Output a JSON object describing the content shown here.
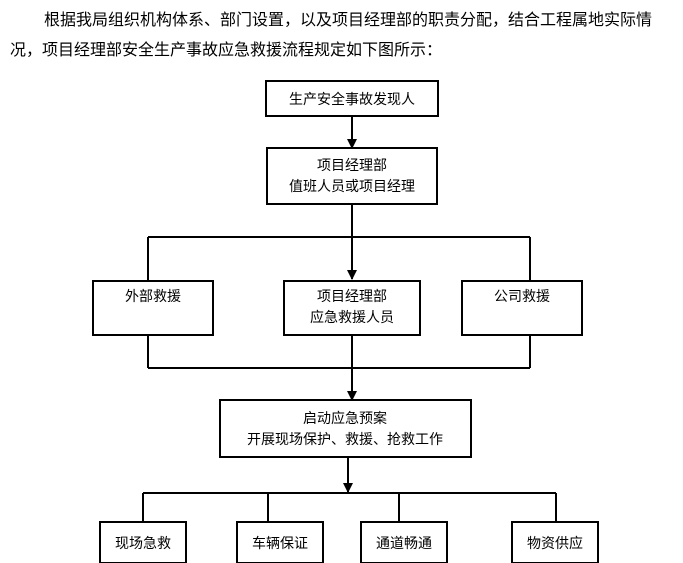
{
  "intro_text": "根据我局组织机构体系、部门设置，以及项目经理部的职责分配，结合工程属地实际情况，项目经理部安全生产事故应急救援流程规定如下图所示：",
  "flow": {
    "discoverer": "生产安全事故发现人",
    "duty_line1": "项目经理部",
    "duty_line2": "值班人员或项目经理",
    "external_rescue": "外部救援",
    "pm_rescue_line1": "项目经理部",
    "pm_rescue_line2": "应急救援人员",
    "company_rescue": "公司救援",
    "start_line1": "启动应急预案",
    "start_line2": "开展现场保护、救援、抢救工作",
    "onsite_first_aid": "现场急救",
    "vehicle_support": "车辆保证",
    "access_clear": "通道畅通",
    "supplies": "物资供应"
  }
}
